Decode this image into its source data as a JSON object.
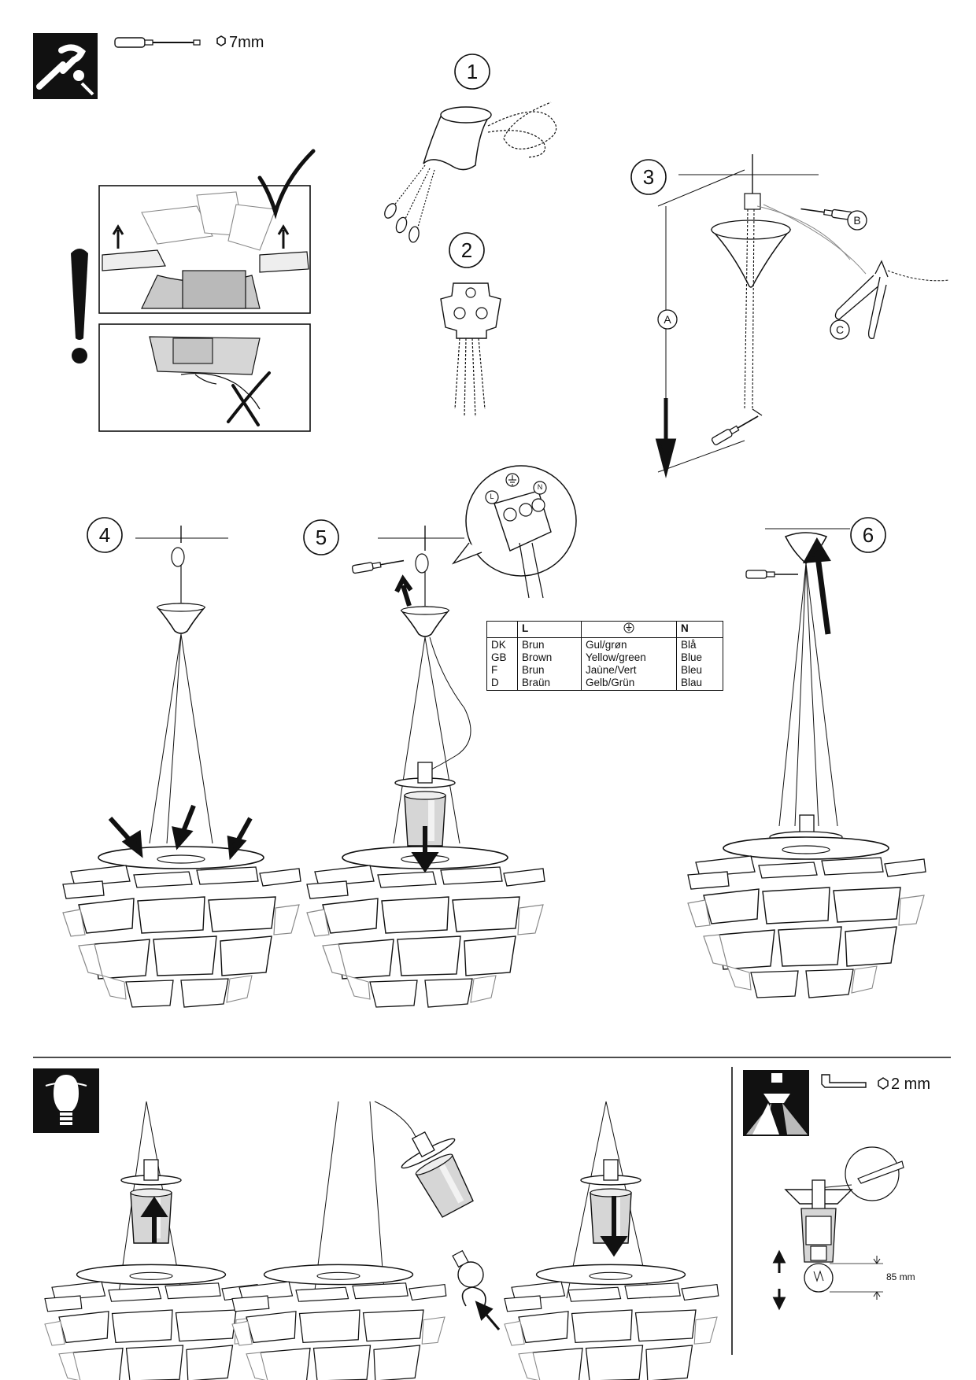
{
  "steps": [
    "1",
    "2",
    "3",
    "4",
    "5",
    "6"
  ],
  "tools": {
    "screwdriver_size": "7mm",
    "hex_key_size": "2 mm",
    "bulb_distance": "85 mm"
  },
  "callouts": {
    "a": "A",
    "b": "B",
    "c": "C"
  },
  "connector_terminals": {
    "live": "L",
    "neutral": "N"
  },
  "wire_table": {
    "headers": [
      "",
      "L",
      "",
      "N"
    ],
    "countries": [
      "DK",
      "GB",
      "F",
      "D"
    ],
    "live": [
      "Brun",
      "Brown",
      "Brun",
      "Braün"
    ],
    "earth": [
      "Gul/grøn",
      "Yellow/green",
      "Jaùne/Vert",
      "Gelb/Grün"
    ],
    "neutral": [
      "Blå",
      "Blue",
      "Bleu",
      "Blau"
    ]
  }
}
